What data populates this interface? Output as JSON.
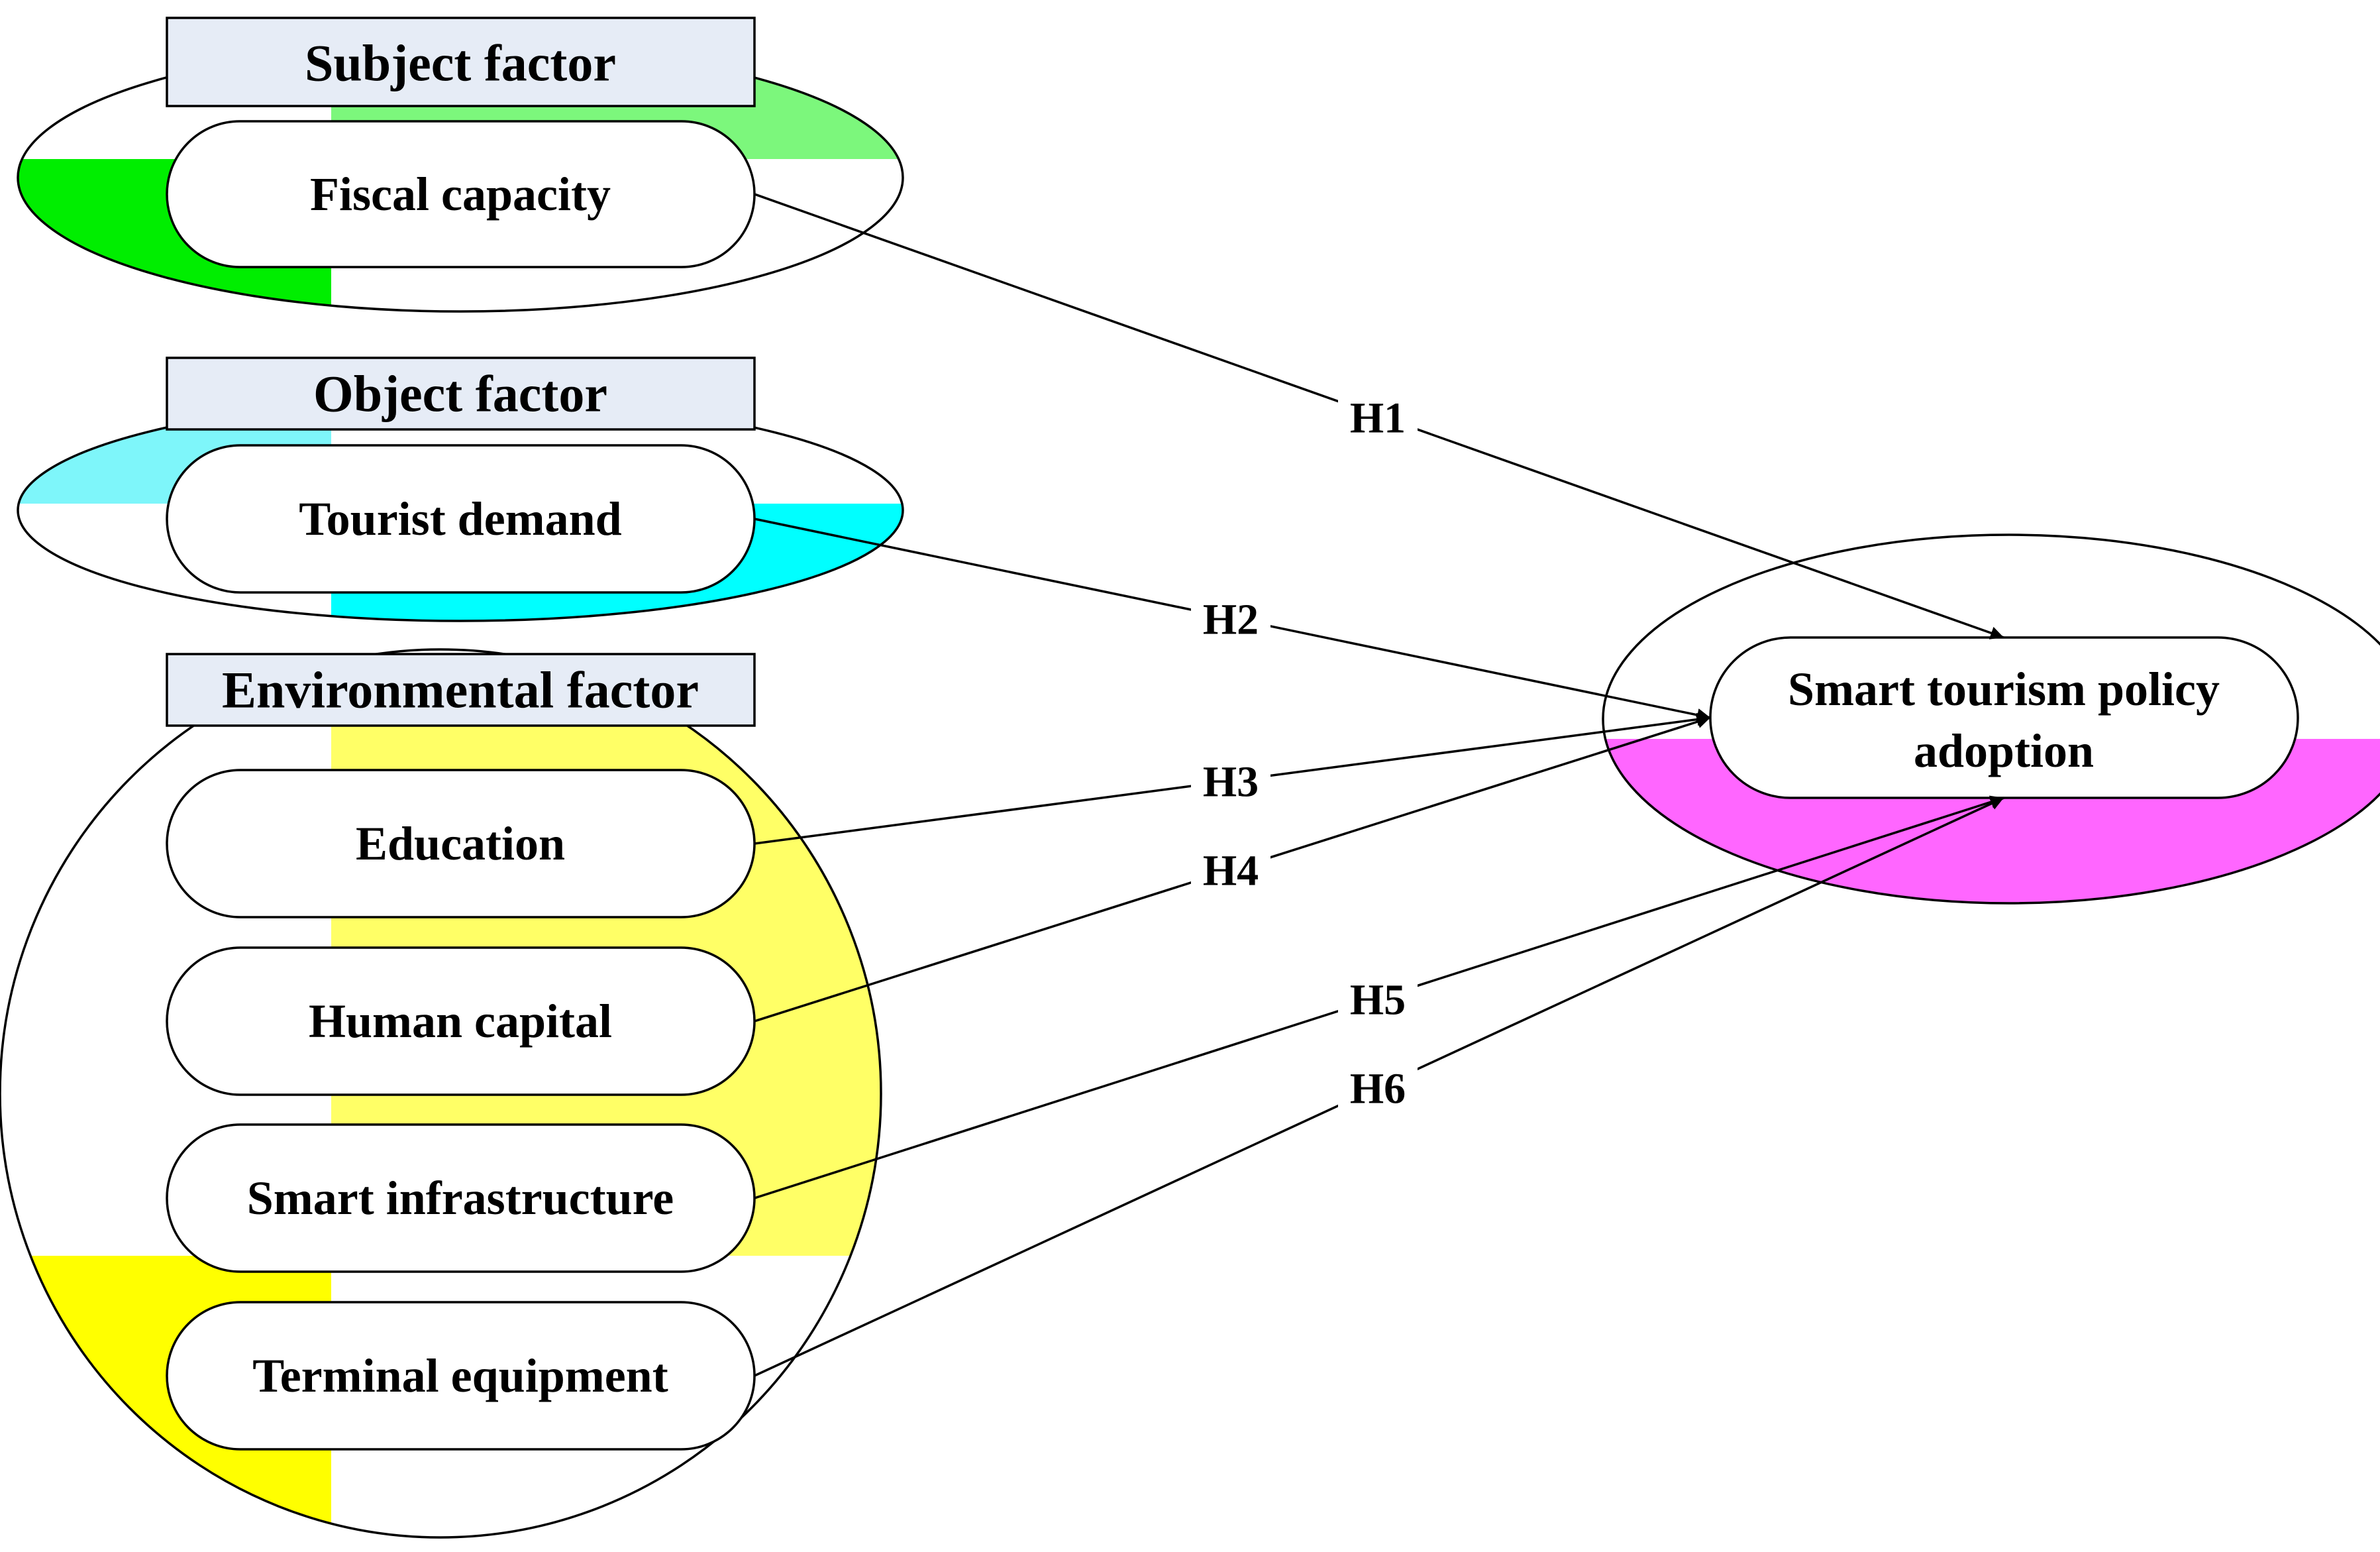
{
  "factors": {
    "subject": {
      "header": "Subject factor",
      "items": [
        "Fiscal capacity"
      ]
    },
    "object": {
      "header": "Object factor",
      "items": [
        "Tourist demand"
      ]
    },
    "environmental": {
      "header": "Environmental factor",
      "items": [
        "Education",
        "Human capital",
        "Smart infrastructure",
        "Terminal equipment"
      ]
    }
  },
  "target": {
    "line1": "Smart tourism policy",
    "line2": "adoption"
  },
  "hypotheses": [
    "H1",
    "H2",
    "H3",
    "H4",
    "H5",
    "H6"
  ],
  "colors": {
    "green": "#00ee00",
    "green_light": "#7cf77c",
    "cyan": "#00ffff",
    "cyan_light": "#7ef6fa",
    "yellow": "#ffff00",
    "yellow_light": "#ffff66",
    "magenta": "#ff66ff",
    "header_fill": "#e6ecf6"
  }
}
